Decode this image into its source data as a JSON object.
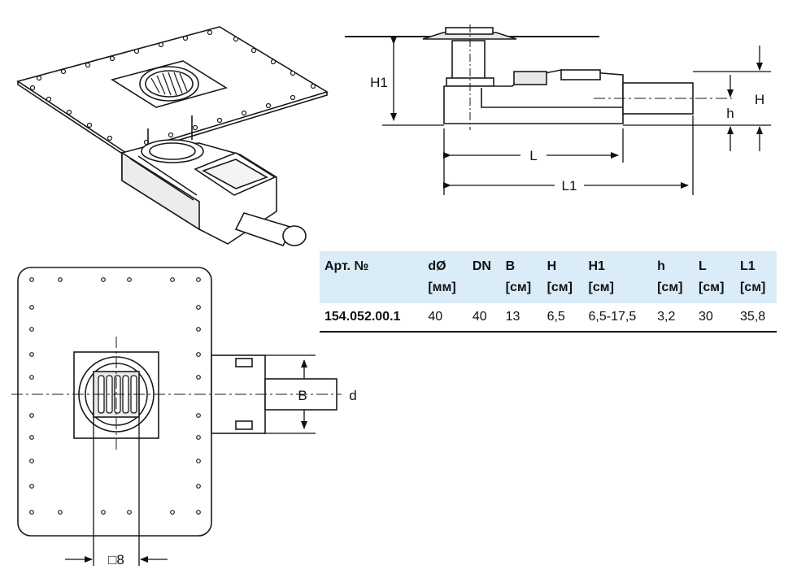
{
  "labels": {
    "H1": "H1",
    "H": "H",
    "h": "h",
    "L": "L",
    "L1": "L1",
    "B": "B",
    "d": "d",
    "square": "□8"
  },
  "table": {
    "headers": [
      {
        "name": "Арт. №",
        "unit": ""
      },
      {
        "name": "dØ",
        "unit": "[мм]"
      },
      {
        "name": "DN",
        "unit": ""
      },
      {
        "name": "B",
        "unit": "[см]"
      },
      {
        "name": "H",
        "unit": "[см]"
      },
      {
        "name": "H1",
        "unit": "[см]"
      },
      {
        "name": "h",
        "unit": "[см]"
      },
      {
        "name": "L",
        "unit": "[см]"
      },
      {
        "name": "L1",
        "unit": "[см]"
      }
    ],
    "row": [
      "154.052.00.1",
      "40",
      "40",
      "13",
      "6,5",
      "6,5-17,5",
      "3,2",
      "30",
      "35,8"
    ]
  },
  "colors": {
    "line": "#1a1a1a",
    "header_bg": "#d9ecf7",
    "fill_gray": "#dcdcdc"
  }
}
